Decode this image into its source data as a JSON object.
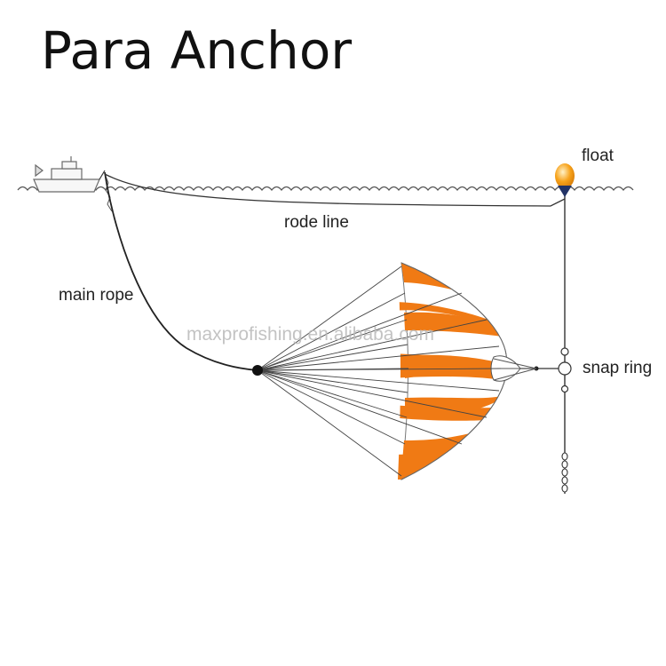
{
  "title": "Para Anchor",
  "labels": {
    "float": "float",
    "rode_line": "rode line",
    "main_rope": "main rope",
    "snap_ring": "snap ring"
  },
  "watermark": "maxprofishing.en.alibaba.com",
  "colors": {
    "canopy_orange": "#f07a14",
    "line": "#333333",
    "float": "#f7a21a"
  }
}
